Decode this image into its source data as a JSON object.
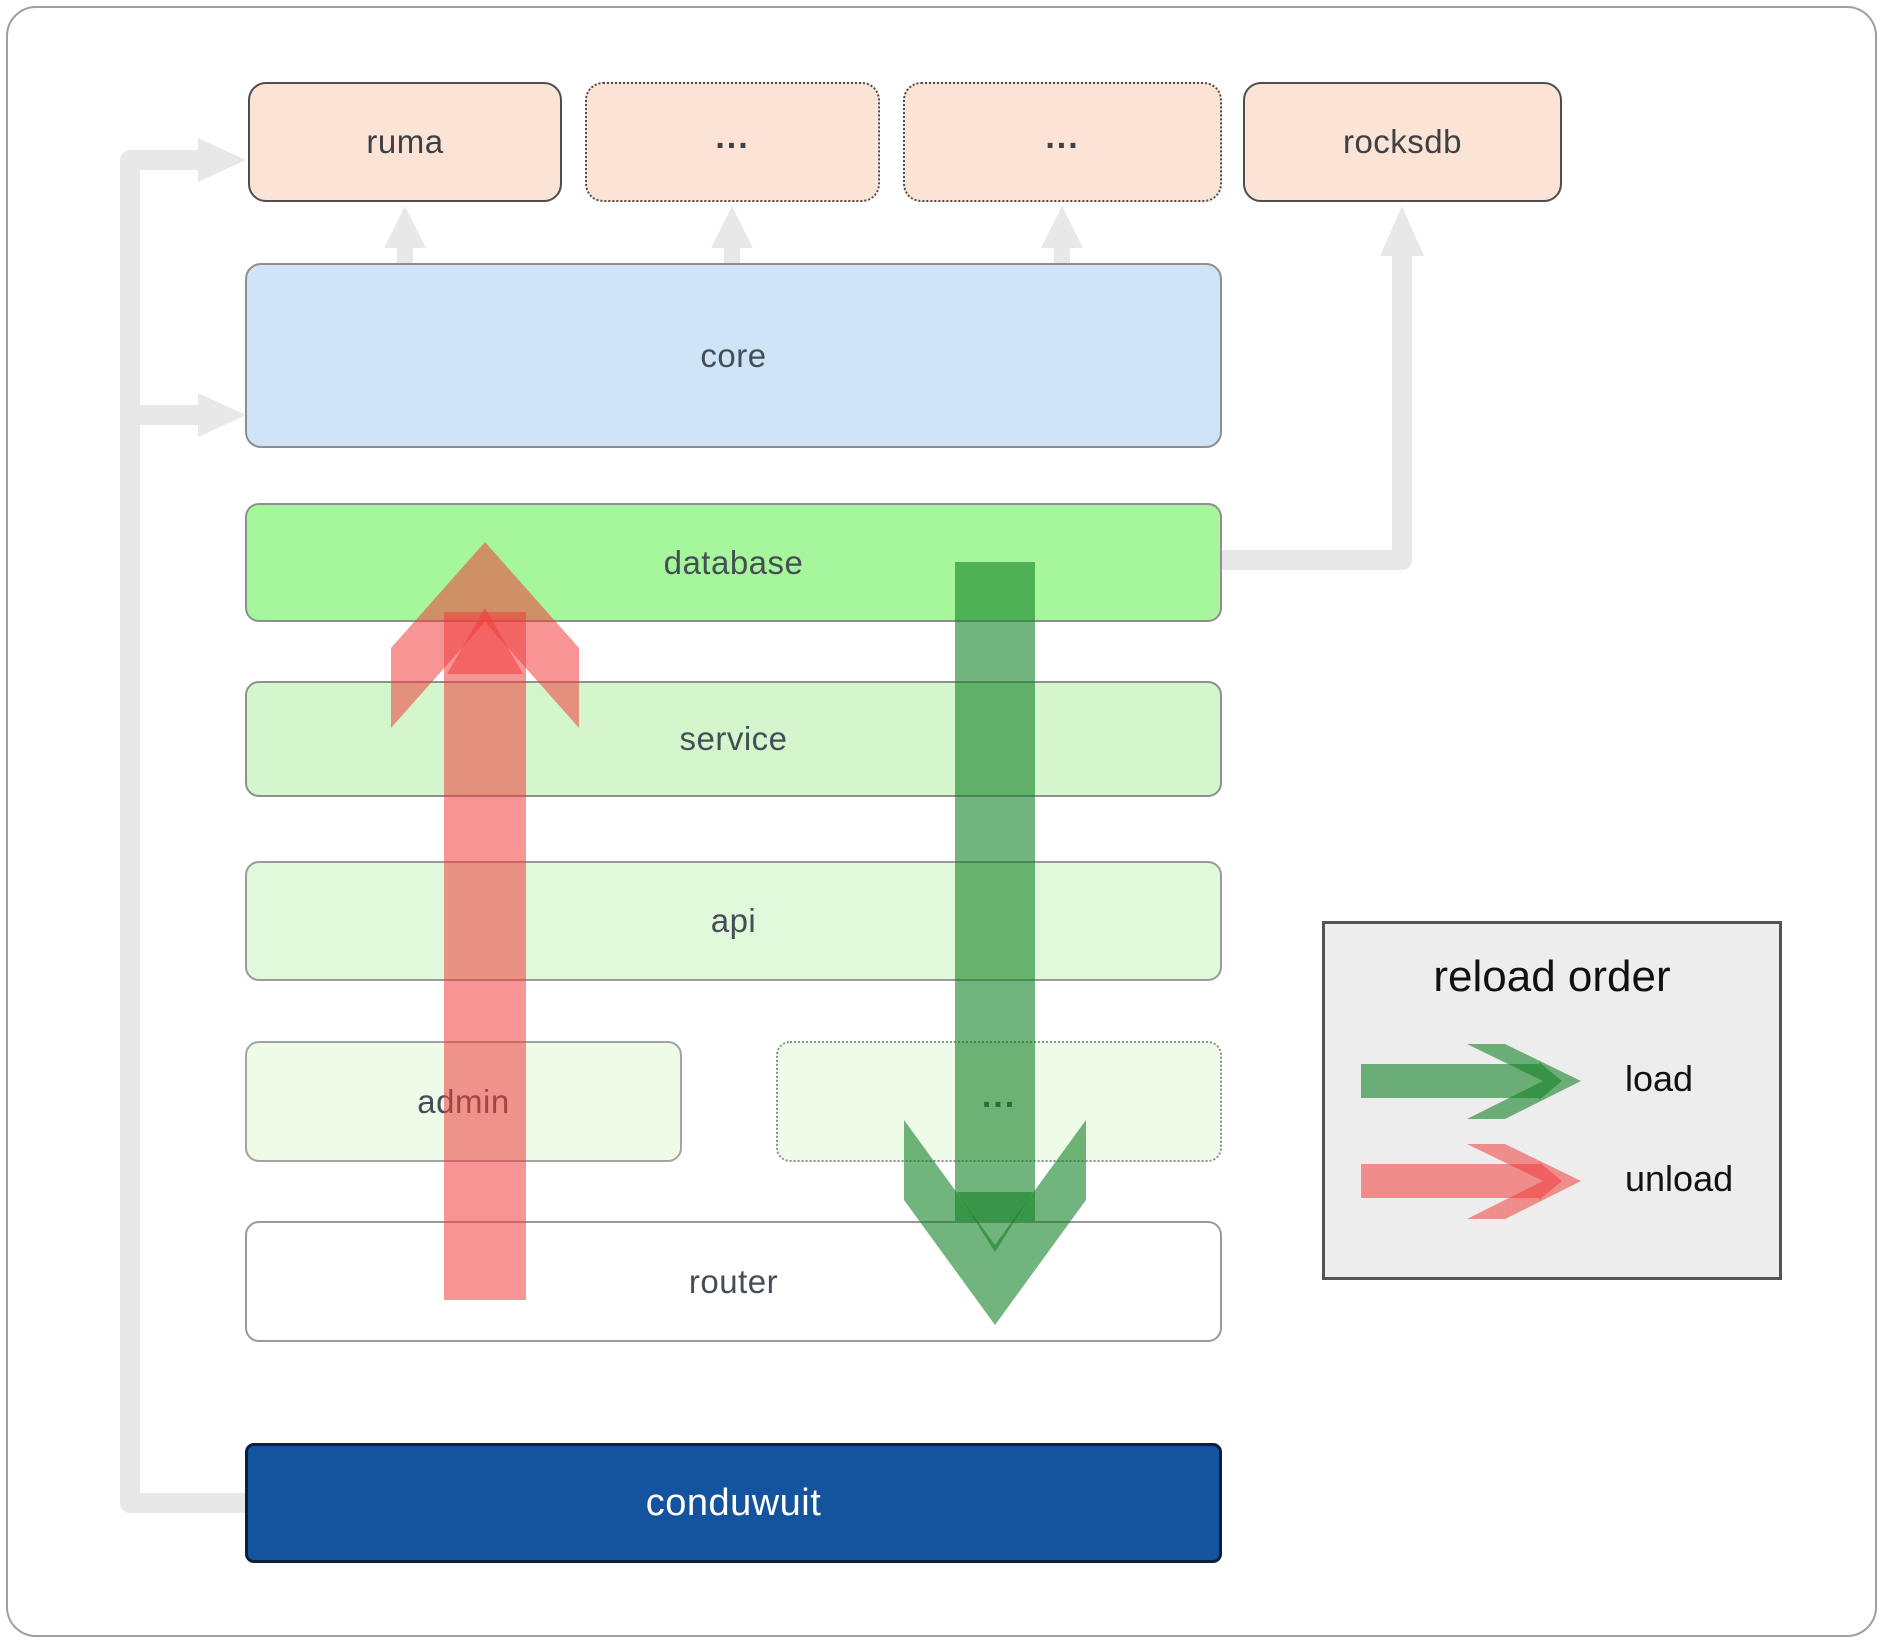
{
  "diagram": {
    "nodes": {
      "ruma": {
        "label": "ruma"
      },
      "ext_top_1": {
        "label": "..."
      },
      "ext_top_2": {
        "label": "..."
      },
      "rocksdb": {
        "label": "rocksdb"
      },
      "core": {
        "label": "core"
      },
      "database": {
        "label": "database"
      },
      "service": {
        "label": "service"
      },
      "api": {
        "label": "api"
      },
      "admin": {
        "label": "admin"
      },
      "ext_mid": {
        "label": "..."
      },
      "router": {
        "label": "router"
      },
      "conduwuit": {
        "label": "conduwuit"
      }
    },
    "legend": {
      "title": "reload order",
      "items": [
        {
          "label": "load",
          "color": "#148226"
        },
        {
          "label": "unload",
          "color": "#f03c3c"
        }
      ]
    },
    "colors": {
      "external_box_fill": "#fbe4d5",
      "core_fill": "#cfe4f7",
      "database_fill": "#a6f79b",
      "service_fill": "#d3f6cc",
      "api_fill": "#e0f9da",
      "admin_fill": "#eefbe9",
      "router_fill": "#ffffff",
      "conduwuit_fill": "#14549e",
      "connector_gray": "#e8e8e8",
      "load_arrow": "#148226",
      "unload_arrow": "#f03c3c",
      "legend_bg": "#ededed"
    }
  }
}
